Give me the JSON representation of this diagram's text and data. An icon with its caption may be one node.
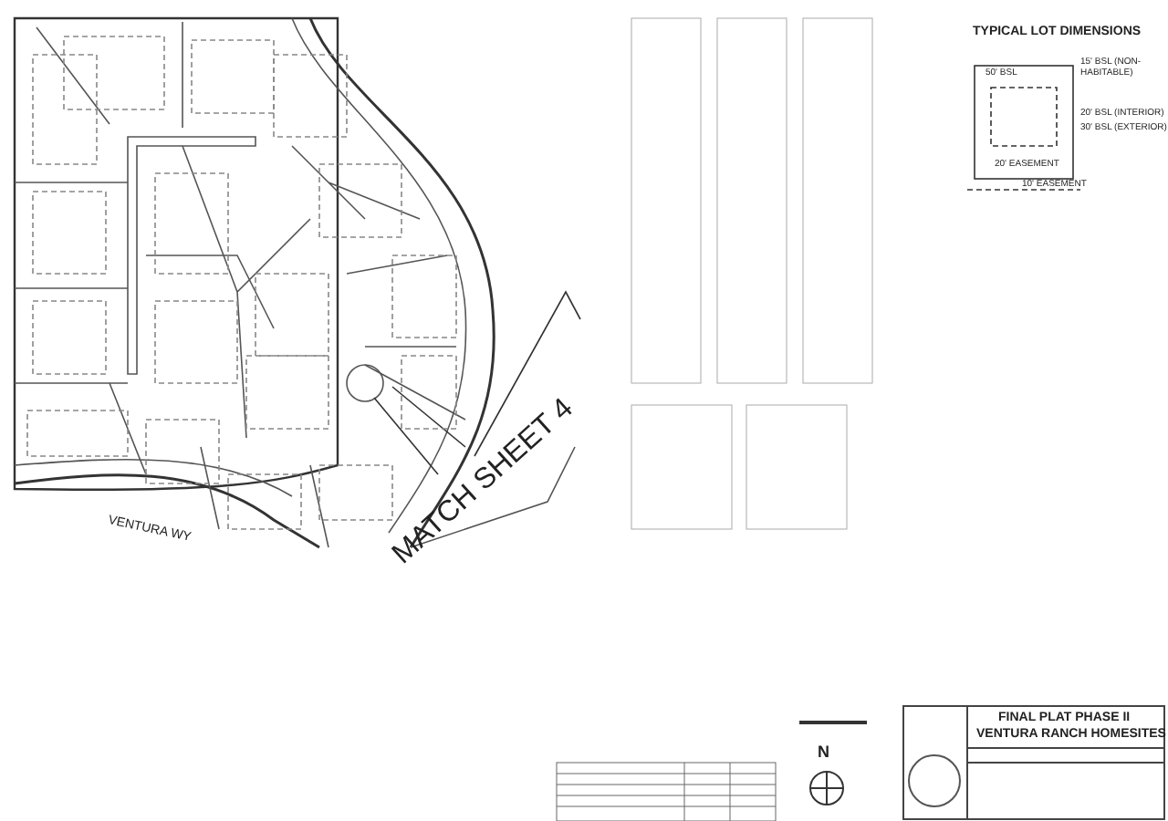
{
  "diagram": {
    "labels": [
      "VENTURA WY",
      "MATCH SHEET 4",
      "TYPICAL LOT DIMENSIONS",
      "15' BSL (NON-HABITABLE)",
      "50' BSL",
      "20' BSL (INTERIOR)",
      "30' BSL (EXTERIOR)",
      "20' EASEMENT",
      "10' EASEMENT",
      "N",
      "FINAL PLAT PHASE II",
      "VENTURA RANCH HOMESITES"
    ]
  }
}
